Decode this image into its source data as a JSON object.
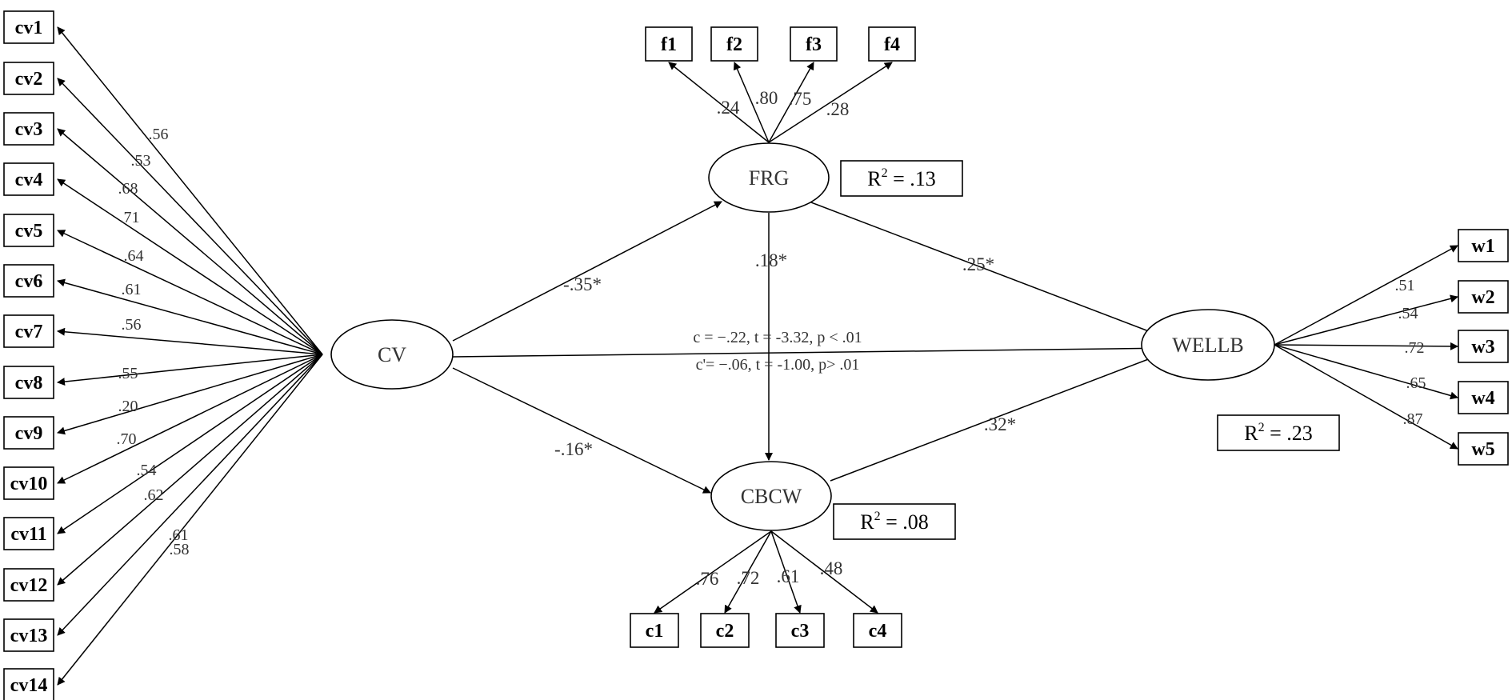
{
  "latents": {
    "cv": "CV",
    "frg": "FRG",
    "cbcw": "CBCW",
    "wellb": "WELLB"
  },
  "indicators": {
    "cv": [
      "cv1",
      "cv2",
      "cv3",
      "cv4",
      "cv5",
      "cv6",
      "cv7",
      "cv8",
      "cv9",
      "cv10",
      "cv11",
      "cv12",
      "cv13",
      "cv14"
    ],
    "frg": [
      "f1",
      "f2",
      "f3",
      "f4"
    ],
    "cbcw": [
      "c1",
      "c2",
      "c3",
      "c4"
    ],
    "wellb": [
      "w1",
      "w2",
      "w3",
      "w4",
      "w5"
    ]
  },
  "loadings": {
    "cv": [
      ".56",
      ".53",
      ".68",
      ".71",
      ".64",
      ".61",
      ".56",
      ".55",
      ".20",
      ".70",
      ".54",
      ".62",
      ".61",
      ".58"
    ],
    "frg": [
      ".24",
      ".80",
      ".75",
      ".28"
    ],
    "cbcw": [
      ".76",
      ".72",
      ".61",
      ".48"
    ],
    "wellb": [
      ".51",
      ".54",
      ".72",
      ".65",
      ".87"
    ]
  },
  "paths": {
    "cv_frg": "-.35*",
    "cv_cbcw": "-.16*",
    "frg_cbcw": ".18*",
    "frg_wellb": ".25*",
    "cbcw_wellb": ".32*",
    "total_effect": "c = −.22, t = -3.32, p < .01",
    "direct_effect": "c'= −.06, t = -1.00, p> .01"
  },
  "r_squared": {
    "prefix": "R",
    "exponent": "2",
    "frg": " = .13",
    "cbcw": " = .08",
    "wellb": " = .23"
  }
}
